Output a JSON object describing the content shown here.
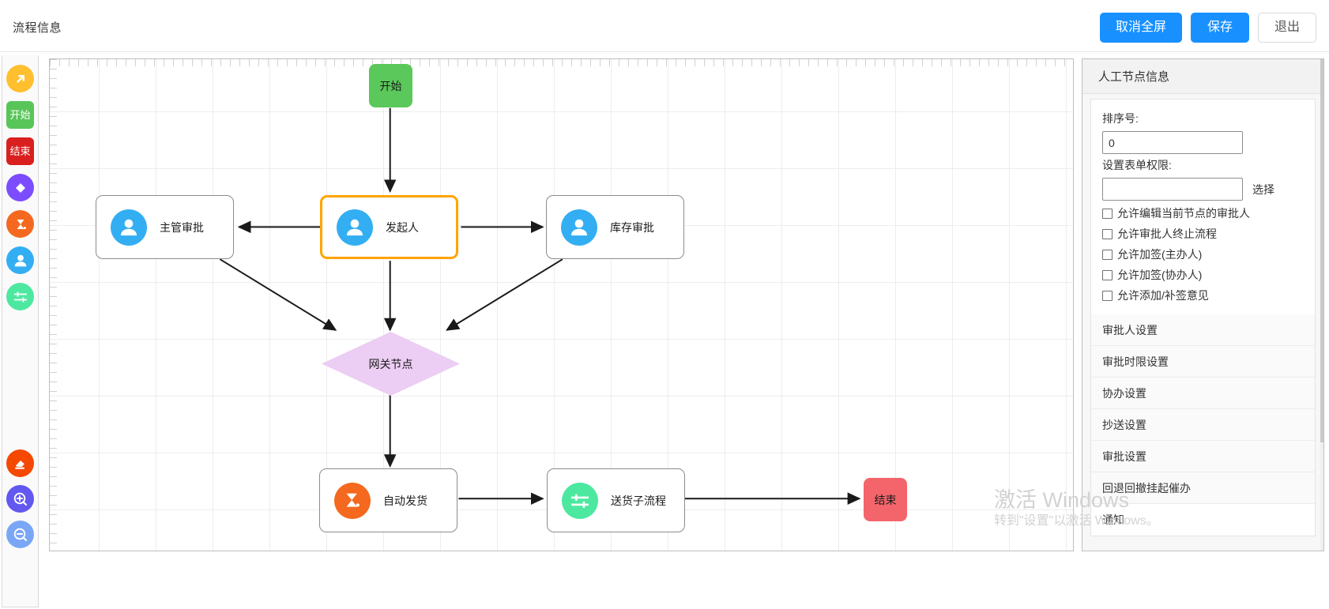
{
  "topbar": {
    "title": "流程信息",
    "buttons": [
      {
        "label": "取消全屏",
        "style": "primary",
        "name": "cancel-fullscreen-button"
      },
      {
        "label": "保存",
        "style": "primary",
        "name": "save-button"
      },
      {
        "label": "退出",
        "style": "default",
        "name": "exit-button"
      }
    ]
  },
  "toolbar": {
    "top_tools": [
      {
        "name": "connector-arrow-tool",
        "label": "",
        "icon": "arrow-up-right-icon",
        "color": "#ffbf2e"
      },
      {
        "name": "start-node-tool",
        "label": "开始",
        "icon": "start-icon",
        "color": "#58c558"
      },
      {
        "name": "end-node-tool",
        "label": "结束",
        "icon": "end-icon",
        "color": "#d9201f"
      },
      {
        "name": "gateway-node-tool",
        "label": "",
        "icon": "diamond-icon",
        "color": "#7c4dff"
      },
      {
        "name": "auto-task-node-tool",
        "label": "",
        "icon": "hourglass-icon",
        "color": "#f4691f"
      },
      {
        "name": "user-task-node-tool",
        "label": "",
        "icon": "person-icon",
        "color": "#33aef3"
      },
      {
        "name": "subprocess-node-tool",
        "label": "",
        "icon": "sliders-icon",
        "color": "#4de8a0"
      }
    ],
    "bottom_tools": [
      {
        "name": "eraser-tool",
        "icon": "eraser-icon",
        "color": "#f54800"
      },
      {
        "name": "zoom-in-tool",
        "icon": "zoom-in-icon",
        "color": "#6258f0"
      },
      {
        "name": "zoom-out-tool",
        "icon": "zoom-out-icon",
        "color": "#7aa7f5"
      }
    ]
  },
  "flow": {
    "nodes": [
      {
        "id": "start",
        "label": "开始",
        "type": "start",
        "icon": "",
        "selected": false
      },
      {
        "id": "manager",
        "label": "主管审批",
        "type": "user",
        "icon": "person-icon",
        "selected": false
      },
      {
        "id": "initiator",
        "label": "发起人",
        "type": "user",
        "icon": "person-icon",
        "selected": true
      },
      {
        "id": "stock",
        "label": "库存审批",
        "type": "user",
        "icon": "person-icon",
        "selected": false
      },
      {
        "id": "gateway",
        "label": "网关节点",
        "type": "gateway",
        "icon": "",
        "selected": false
      },
      {
        "id": "autoship",
        "label": "自动发货",
        "type": "auto",
        "icon": "hourglass-icon",
        "selected": false
      },
      {
        "id": "delivery",
        "label": "送货子流程",
        "type": "subprocess",
        "icon": "sliders-icon",
        "selected": false
      },
      {
        "id": "end",
        "label": "结束",
        "type": "end",
        "icon": "",
        "selected": false
      }
    ],
    "colors": {
      "start": "#5ac85a",
      "end": "#f4656b",
      "gateway": "#eccdf3",
      "selected_border": "#ffa400",
      "user_icon": "#33aef3",
      "auto_icon": "#f4691f",
      "subprocess_icon": "#4de8a0"
    }
  },
  "panel": {
    "header": "人工节点信息",
    "sort_label": "排序号:",
    "sort_value": "0",
    "form_perm_label": "设置表单权限:",
    "form_perm_value": "",
    "form_perm_placeholder": "",
    "select_link": "选择",
    "checkboxes": [
      {
        "label": "允许编辑当前节点的审批人",
        "checked": false
      },
      {
        "label": "允许审批人终止流程",
        "checked": false
      },
      {
        "label": "允许加签(主办人)",
        "checked": false
      },
      {
        "label": "允许加签(协办人)",
        "checked": false
      },
      {
        "label": "允许添加/补签意见",
        "checked": false
      }
    ],
    "sections": [
      "审批人设置",
      "审批时限设置",
      "协办设置",
      "抄送设置",
      "审批设置",
      "回退回撤挂起催办",
      "通知"
    ]
  },
  "watermark": {
    "line1": "激活 Windows",
    "line2": "转到\"设置\"以激活 Windows。"
  }
}
